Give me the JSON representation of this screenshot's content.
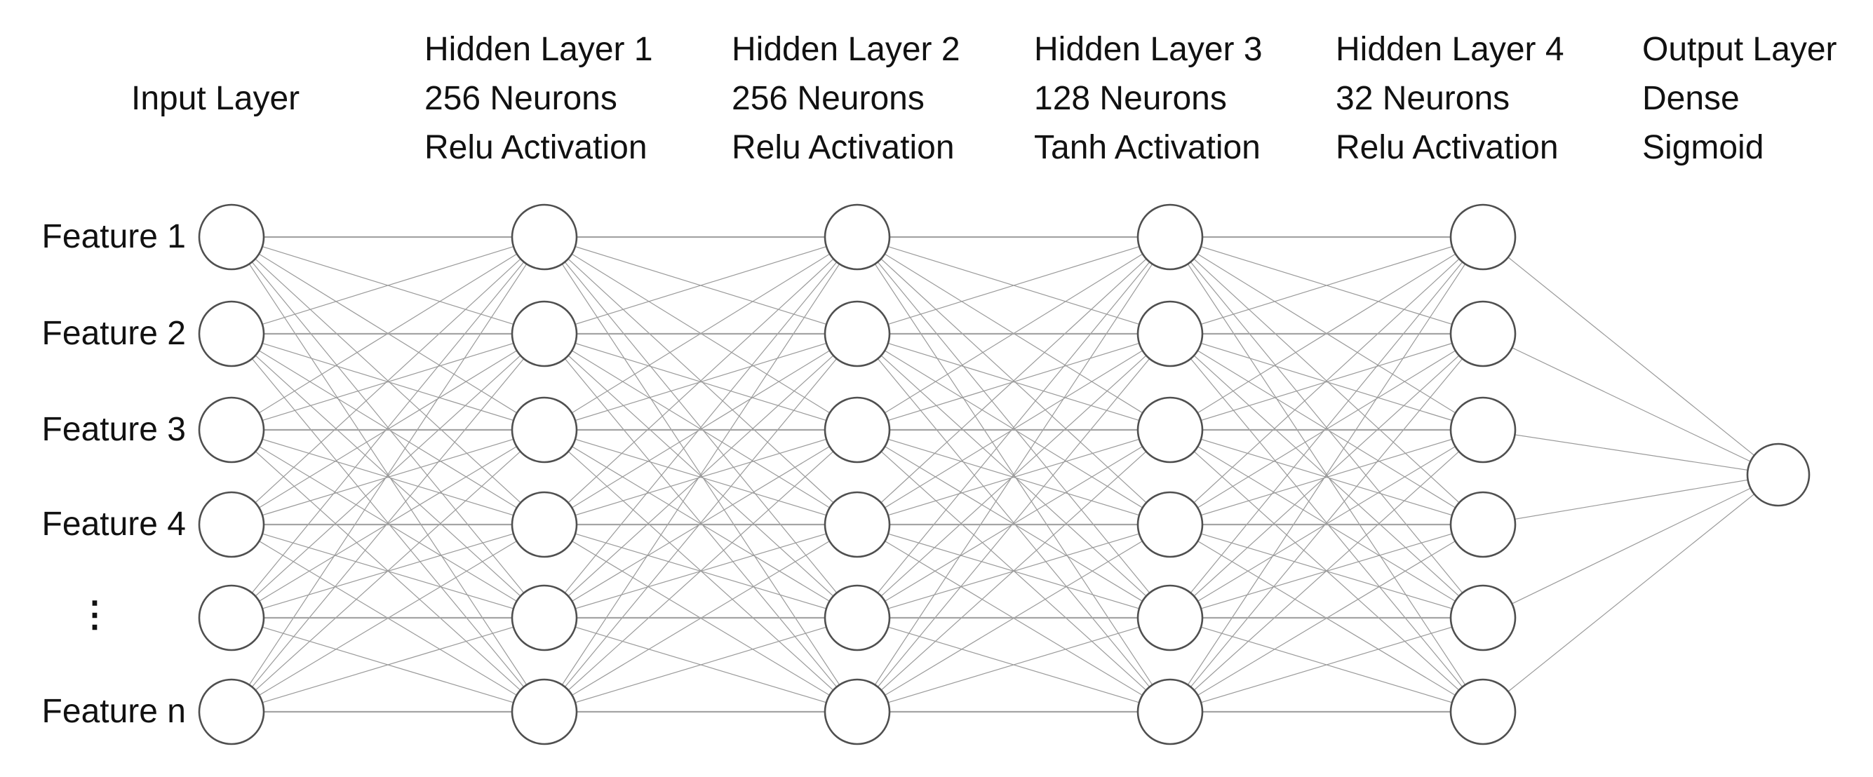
{
  "network": {
    "layers": [
      {
        "id": "input",
        "lines": [
          "Input Layer"
        ],
        "neurons_drawn": 6
      },
      {
        "id": "hidden-1",
        "lines": [
          "Hidden Layer 1",
          "256 Neurons",
          "Relu Activation"
        ],
        "neurons_drawn": 6
      },
      {
        "id": "hidden-2",
        "lines": [
          "Hidden Layer 2",
          "256 Neurons",
          "Relu Activation"
        ],
        "neurons_drawn": 6
      },
      {
        "id": "hidden-3",
        "lines": [
          "Hidden Layer 3",
          "128 Neurons",
          "Tanh Activation"
        ],
        "neurons_drawn": 6
      },
      {
        "id": "hidden-4",
        "lines": [
          "Hidden Layer 4",
          "32 Neurons",
          "Relu Activation"
        ],
        "neurons_drawn": 6
      },
      {
        "id": "output",
        "lines": [
          "Output Layer",
          "Dense",
          "Sigmoid"
        ],
        "neurons_drawn": 1
      }
    ],
    "input_feature_labels": [
      "Feature 1",
      "Feature 2",
      "Feature 3",
      "Feature 4",
      "Feature n"
    ],
    "ellipsis": "⋮",
    "connectivity": "fully-connected between adjacent layers"
  },
  "colors": {
    "background": "#ffffff",
    "text": "#111111",
    "node_fill": "#ffffff",
    "node_stroke": "#4f4f4f",
    "edge": "#9a9a9a",
    "edge_same_row": "#a4a4a4"
  }
}
